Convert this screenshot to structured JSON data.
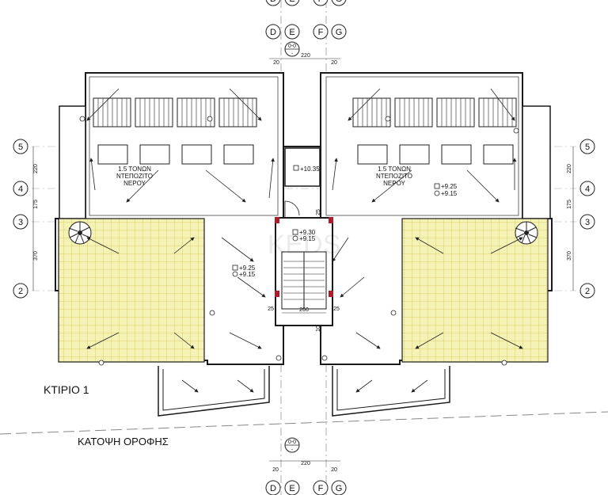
{
  "title": "ΚΤΙΡΙΟ 1",
  "subtitle": "ΚΑΤΟΨΗ ΟΡΟΦΗΣ",
  "watermark": "KEDS",
  "grid_top": [
    "D",
    "E",
    "F",
    "G"
  ],
  "grid_bottom": [
    "D",
    "E",
    "F",
    "G"
  ],
  "grid_rows": [
    "5",
    "4",
    "3",
    "2"
  ],
  "section_mark": {
    "number": "0-0",
    "sheet": "-"
  },
  "dims": {
    "top_left": "20",
    "top_mid": "220",
    "top_right": "20",
    "bottom_left": "20",
    "bottom_mid": "220",
    "bottom_right": "20",
    "left_54": "220",
    "left_43": "175",
    "left_32": "370",
    "right_54": "220",
    "right_43": "175",
    "right_32": "370",
    "stair_w": "260",
    "stair_a": "25",
    "stair_b": "25",
    "stair_c": "25",
    "stair_d": "10"
  },
  "tank_left": {
    "line1": "1.5 ΤΟΝΩΝ",
    "line2": "ΝΤΕΠΟΖΙΤΟ",
    "line3": "ΝΕΡΟΥ"
  },
  "tank_right": {
    "line1": "1.5 ΤΟΝΩΝ",
    "line2": "ΝΤΕΠΟΖΙΤΟ",
    "line3": "ΝΕΡΟΥ"
  },
  "levels": {
    "core_top": "+10.35",
    "core_a": "+9.30",
    "core_b": "+9.15",
    "left_a": "+9.25",
    "left_b": "+9.15",
    "right_a": "+9.25",
    "right_b": "+9.15"
  },
  "colors": {
    "terrace": "#f5f2b5",
    "terrace_grid": "#d8cf6a",
    "line": "#1a1a1a",
    "accent": "#b01c2c"
  }
}
